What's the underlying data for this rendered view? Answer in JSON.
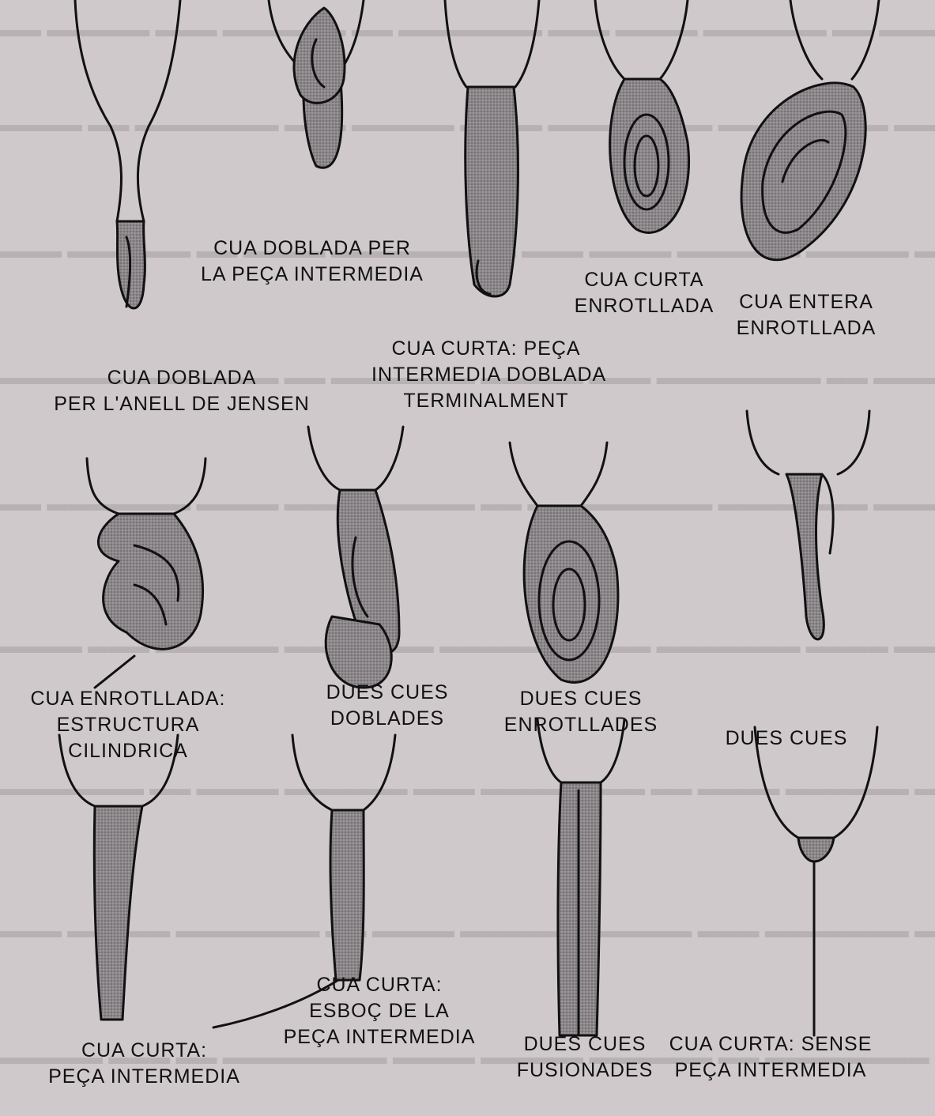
{
  "colors": {
    "paper": "#cfc9cb",
    "ink": "#111111",
    "stipple": "#8c878a"
  },
  "figures": [
    {
      "id": "cua-doblada-anell",
      "lines": [
        "CUA DOBLADA",
        "PER L'ANELL DE JENSEN"
      ]
    },
    {
      "id": "cua-doblada-peca",
      "lines": [
        "CUA DOBLADA PER",
        "LA PEÇA INTERMEDIA"
      ]
    },
    {
      "id": "cua-curta-doblada",
      "lines": [
        "CUA CURTA: PEÇA",
        "INTERMEDIA DOBLADA",
        "TERMINALMENT"
      ]
    },
    {
      "id": "cua-curta-enrotllada",
      "lines": [
        "CUA CURTA",
        "ENROTLLADA"
      ]
    },
    {
      "id": "cua-entera-enrotllada",
      "lines": [
        "CUA ENTERA",
        "ENROTLLADA"
      ]
    },
    {
      "id": "cua-enrotllada-cilindrica",
      "lines": [
        "CUA ENROTLLADA:",
        "ESTRUCTURA",
        "CILINDRICA"
      ]
    },
    {
      "id": "dues-cues-doblades",
      "lines": [
        "DUES CUES",
        "DOBLADES"
      ]
    },
    {
      "id": "dues-cues-enrotllades",
      "lines": [
        "DUES CUES",
        "ENROTLLADES"
      ]
    },
    {
      "id": "dues-cues",
      "lines": [
        "DUES CUES"
      ]
    },
    {
      "id": "cua-curta-peca",
      "lines": [
        "CUA CURTA:",
        "PEÇA INTERMEDIA"
      ]
    },
    {
      "id": "cua-curta-esboc",
      "lines": [
        "CUA CURTA:",
        "ESBOÇ DE LA",
        "PEÇA INTERMEDIA"
      ]
    },
    {
      "id": "dues-cues-fusionades",
      "lines": [
        "DUES CUES",
        "FUSIONADES"
      ]
    },
    {
      "id": "cua-curta-sense",
      "lines": [
        "CUA CURTA: SENSE",
        "PEÇA INTERMEDIA"
      ]
    }
  ]
}
